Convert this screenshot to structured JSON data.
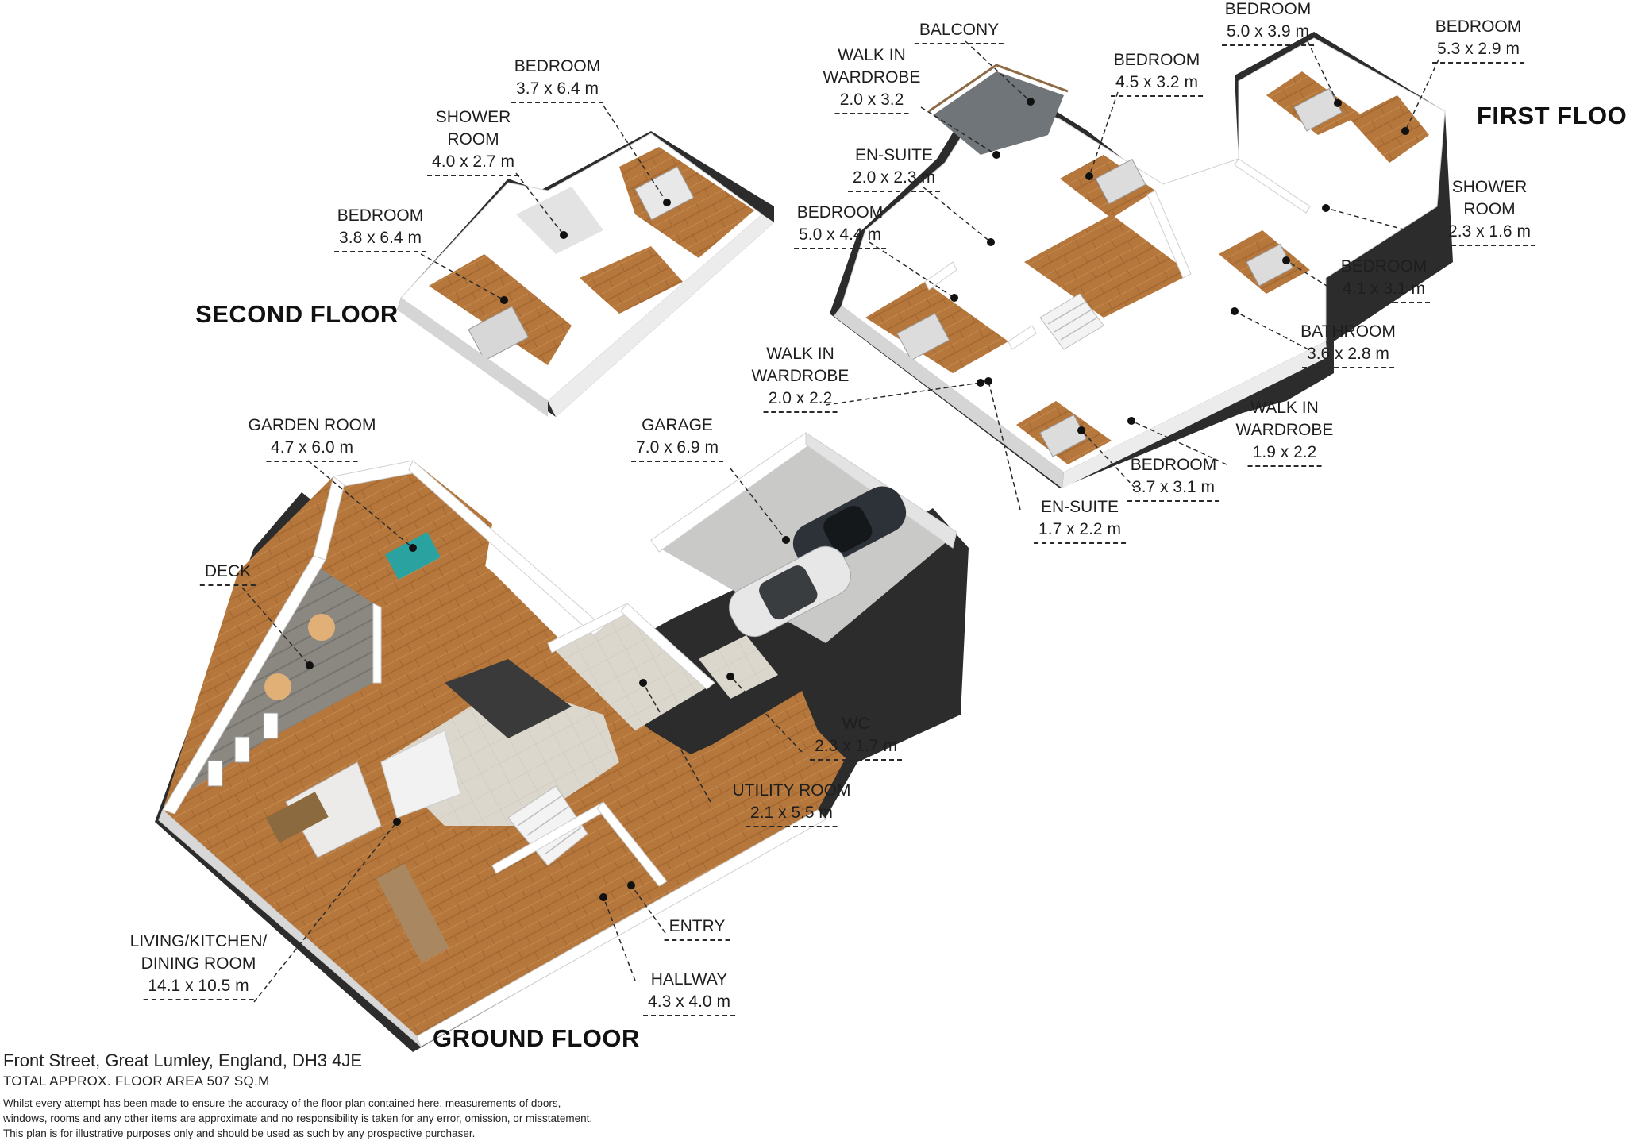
{
  "floors": {
    "ground": "GROUND FLOOR",
    "first": "FIRST FLOOR",
    "second": "SECOND FLOOR"
  },
  "rooms": {
    "garden_room": {
      "name": "GARDEN ROOM",
      "dim": "4.7 x 6.0 m"
    },
    "deck": {
      "name": "DECK"
    },
    "living": {
      "name1": "LIVING/KITCHEN/",
      "name2": "DINING ROOM",
      "dim": "14.1 x 10.5 m"
    },
    "garage": {
      "name": "GARAGE",
      "dim": "7.0 x 6.9 m"
    },
    "wc": {
      "name": "WC",
      "dim": "2.3 x 1.7 m"
    },
    "utility": {
      "name": "UTILITY ROOM",
      "dim": "2.1 x 5.5 m"
    },
    "entry": {
      "name": "ENTRY"
    },
    "hallway": {
      "name": "HALLWAY",
      "dim": "4.3 x 4.0 m"
    },
    "sf_bedroom_a": {
      "name": "BEDROOM",
      "dim": "3.7 x 6.4 m"
    },
    "sf_shower": {
      "name1": "SHOWER",
      "name2": "ROOM",
      "dim": "4.0 x 2.7 m"
    },
    "sf_bedroom_b": {
      "name": "BEDROOM",
      "dim": "3.8 x 6.4 m"
    },
    "ff_walkin_a": {
      "name1": "WALK IN",
      "name2": "WARDROBE",
      "dim": "2.0 x 3.2"
    },
    "ff_balcony": {
      "name": "BALCONY"
    },
    "ff_bedroom_45": {
      "name": "BEDROOM",
      "dim": "4.5 x 3.2 m"
    },
    "ff_bedroom_50_39": {
      "name": "BEDROOM",
      "dim": "5.0 x 3.9 m"
    },
    "ff_bedroom_53": {
      "name": "BEDROOM",
      "dim": "5.3 x 2.9 m"
    },
    "ff_ensuite_a": {
      "name": "EN-SUITE",
      "dim": "2.0 x 2.3 m"
    },
    "ff_bedroom_50_44": {
      "name": "BEDROOM",
      "dim": "5.0 x 4.4 m"
    },
    "ff_shower": {
      "name1": "SHOWER",
      "name2": "ROOM",
      "dim": "2.3 x 1.6 m"
    },
    "ff_bedroom_41": {
      "name": "BEDROOM",
      "dim": "4.1 x 3.1 m"
    },
    "ff_bathroom": {
      "name": "BATHROOM",
      "dim": "3.6 x 2.8 m"
    },
    "ff_walkin_b": {
      "name1": "WALK IN",
      "name2": "WARDROBE",
      "dim": "2.0 x 2.2"
    },
    "ff_walkin_c": {
      "name1": "WALK IN",
      "name2": "WARDROBE",
      "dim": "1.9 x 2.2"
    },
    "ff_bedroom_37": {
      "name": "BEDROOM",
      "dim": "3.7 x 3.1 m"
    },
    "ff_ensuite_b": {
      "name": "EN-SUITE",
      "dim": "1.7 x 2.2 m"
    }
  },
  "footer": {
    "address": "Front Street, Great Lumley, England, DH3 4JE",
    "total_area": "TOTAL APPROX. FLOOR AREA 507 SQ.M",
    "disclaimer_1": "Whilst every attempt has been made to ensure the accuracy of the floor plan contained here, measurements of doors,",
    "disclaimer_2": "windows, rooms and any other items are approximate and no responsibility is taken for any error, omission, or misstatement.",
    "disclaimer_3": "This plan is for illustrative purposes only and should be used as such by any prospective purchaser."
  },
  "colors": {
    "wood_floor": "#b5773c",
    "tile_floor": "#dad6cc",
    "wall_top": "#ffffff",
    "wall_side": "#d4d4d4",
    "wall_base": "#2c2c2c",
    "deck": "#8a8680",
    "garage_floor": "#c9c9c7"
  }
}
